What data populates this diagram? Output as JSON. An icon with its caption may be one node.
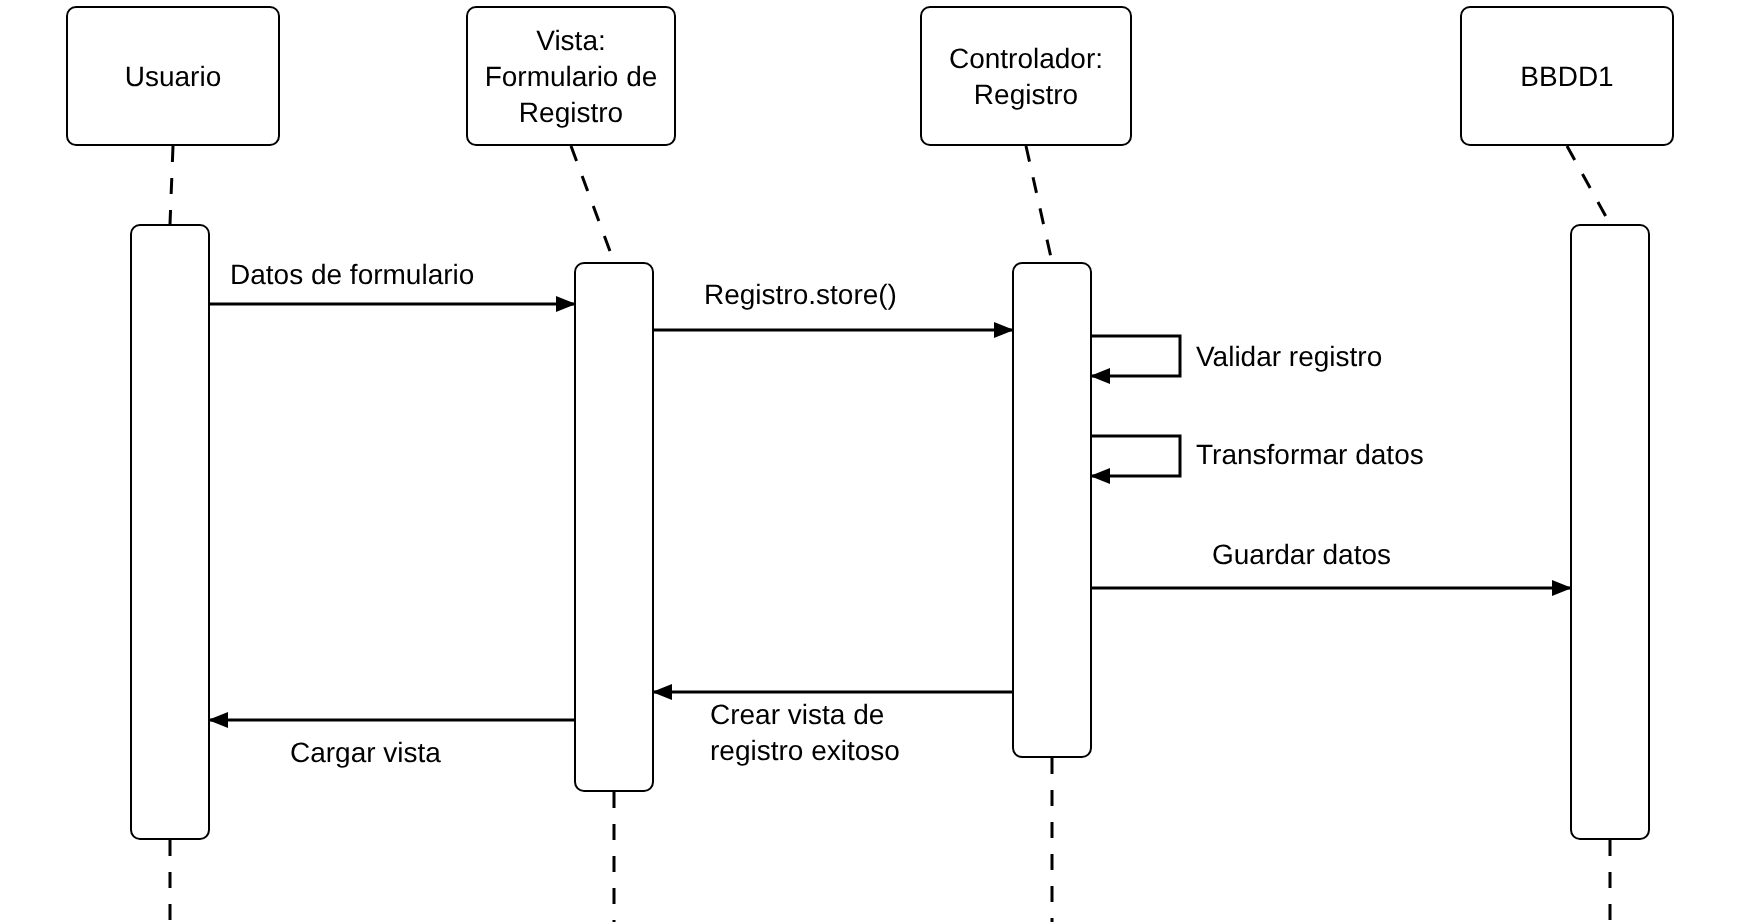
{
  "diagram": {
    "nodes": [
      {
        "text": [
          "Usuario"
        ]
      },
      {
        "text": [
          "Vista: Formulario de Registro"
        ]
      },
      {
        "text": [
          "Controlador: Registro"
        ]
      },
      {
        "text": [
          "BBDD1"
        ]
      },
      {
        "text": [],
        "shape": "bar"
      },
      {
        "text": [],
        "shape": "bar"
      },
      {
        "text": [],
        "shape": "bar"
      },
      {
        "text": [],
        "shape": "bar"
      }
    ],
    "edges": [
      {
        "from": 0,
        "to": 4,
        "arrow": "none",
        "style": "dashed"
      },
      {
        "from": 1,
        "to": 5,
        "arrow": "none",
        "style": "dashed"
      },
      {
        "from": 2,
        "to": 6,
        "arrow": "none",
        "style": "dashed"
      },
      {
        "from": 3,
        "to": 7,
        "arrow": "none",
        "style": "dashed"
      },
      {
        "from": 4,
        "to": 5,
        "arrow": "to",
        "label": "Datos de formulario"
      },
      {
        "from": 5,
        "to": 6,
        "arrow": "to",
        "label": "Registro.store()"
      },
      {
        "from": 6,
        "to": 6,
        "arrow": "to",
        "label": "Validar registro"
      },
      {
        "from": 6,
        "to": 6,
        "arrow": "to",
        "label": "Transformar datos"
      },
      {
        "from": 6,
        "to": 7,
        "arrow": "to",
        "label": "Guardar datos"
      },
      {
        "from": 6,
        "to": 5,
        "arrow": "to",
        "label": "Crear vista de registro exitoso"
      },
      {
        "from": 5,
        "to": 4,
        "arrow": "to",
        "label": "Cargar vista"
      }
    ]
  }
}
